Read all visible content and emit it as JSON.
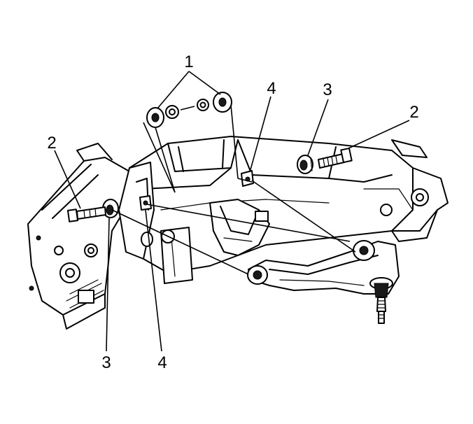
{
  "callouts": {
    "washers": "1",
    "bolt_right": "2",
    "bolt_left": "2",
    "nut_right": "3",
    "nut_left": "3",
    "bracket_top": "4",
    "bracket_bottom": "4"
  },
  "colors": {
    "ink": "#000000",
    "background": "#ffffff"
  }
}
